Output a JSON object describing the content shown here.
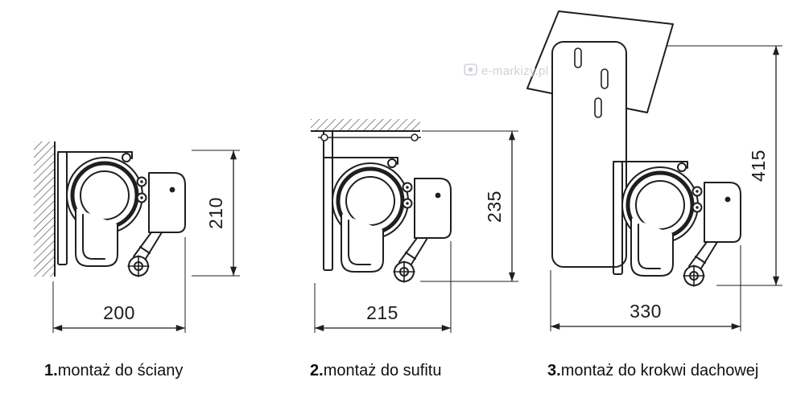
{
  "watermark": {
    "text": "e-markizy.pl"
  },
  "diagrams": [
    {
      "num": "1.",
      "label": "montaż do ściany",
      "width": "200",
      "height": "210"
    },
    {
      "num": "2.",
      "label": "montaż do sufitu",
      "width": "215",
      "height": "235"
    },
    {
      "num": "3.",
      "label": "montaż do krokwi dachowej",
      "width": "330",
      "height": "415"
    }
  ],
  "colors": {
    "line": "#1f1f1f",
    "dimension": "#1c1c1c",
    "watermark": "#c9ced3"
  }
}
